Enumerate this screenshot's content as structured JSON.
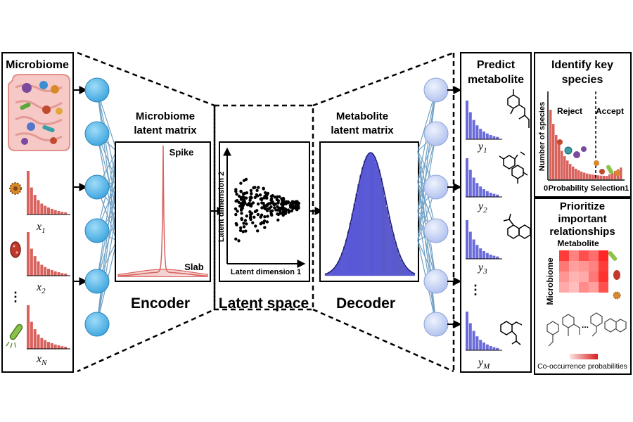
{
  "microbiome": {
    "title": "Microbiome",
    "inputs": [
      {
        "symbol": "x",
        "sub": "1"
      },
      {
        "symbol": "x",
        "sub": "2"
      },
      {
        "symbol": "x",
        "sub": "N"
      }
    ],
    "ellipsis": "⋮"
  },
  "encoder": {
    "matrix_title_line1": "Microbiome",
    "matrix_title_line2": "latent matrix",
    "spike_label": "Spike",
    "slab_label": "Slab",
    "label": "Encoder"
  },
  "latent_space": {
    "label": "Latent space",
    "xlabel": "Latent dimension 1",
    "ylabel": "Latent dimension 2"
  },
  "decoder": {
    "matrix_title_line1": "Metabolite",
    "matrix_title_line2": "latent matrix",
    "label": "Decoder"
  },
  "predict": {
    "title_line1": "Predict",
    "title_line2": "metabolite",
    "outputs": [
      {
        "symbol": "y",
        "sub": "1"
      },
      {
        "symbol": "y",
        "sub": "2"
      },
      {
        "symbol": "y",
        "sub": "3"
      },
      {
        "symbol": "y",
        "sub": "M"
      }
    ],
    "ellipsis": "⋮"
  },
  "key_species": {
    "title_line1": "Identify key",
    "title_line2": "species",
    "reject_label": "Reject",
    "accept_label": "Accept",
    "ylabel": "Number of species",
    "xlabel": "Probability Selection",
    "x_min": "0",
    "x_max": "1"
  },
  "relationships": {
    "title_line1": "Prioritize",
    "title_line2": "important",
    "title_line3": "relationships",
    "col_label": "Metabolite",
    "row_label": "Microbiome",
    "ellipsis": "...",
    "legend_label": "Co-occurrence probabilities"
  },
  "colors": {
    "histogram_red": "#d9625d",
    "histogram_blue": "#6b6bdc",
    "gaussian_blue": "#5a5ad8",
    "node_blue": "#4fb3e8",
    "node_light_blue": "#b8cdf2",
    "connection": "#6fa0c4"
  }
}
